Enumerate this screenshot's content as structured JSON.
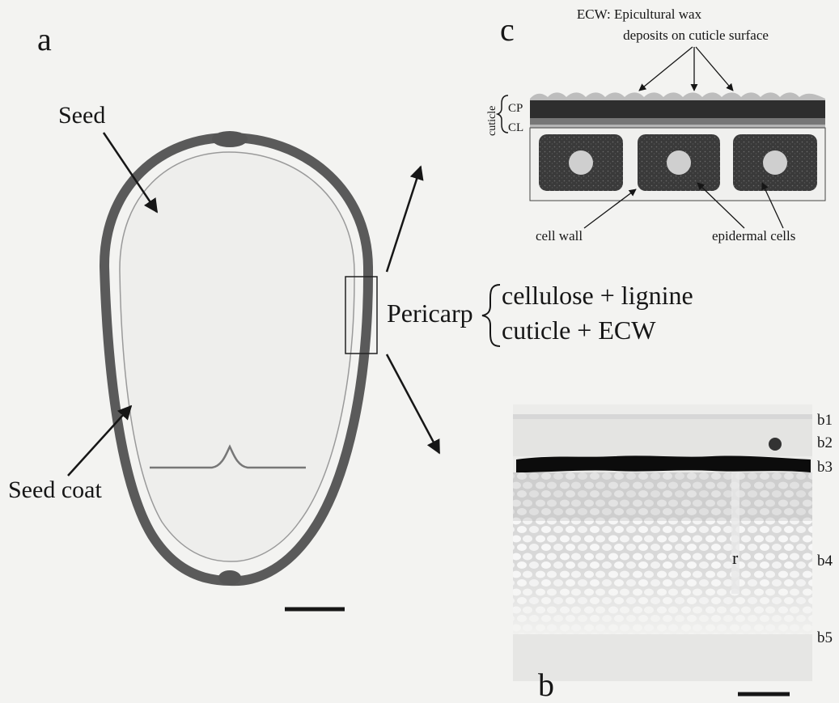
{
  "panels": {
    "a": {
      "letter": "a",
      "seed_label": "Seed",
      "seed_coat_label": "Seed coat",
      "pericarp_label": "Pericarp",
      "pericarp_components": [
        "cellulose + lignine",
        "cuticle + ECW"
      ]
    },
    "b": {
      "letter": "b",
      "layer_labels": [
        "b1",
        "b2",
        "b3",
        "b4",
        "b5"
      ],
      "inner_label": "r"
    },
    "c": {
      "letter": "c",
      "ecw_title_line1": "ECW: Epicultural wax",
      "ecw_title_line2": "deposits on cuticle surface",
      "cuticle_label": "cuticle",
      "cp_label": "CP",
      "cl_label": "CL",
      "cell_wall_label": "cell wall",
      "epidermal_cells_label": "epidermal cells"
    }
  },
  "colors": {
    "pericarp": "#5a5a5a",
    "cuticle_dark": "#2e2e2e",
    "line": "#161616",
    "section_band": "#0c0c0c",
    "background": "#f3f3f1"
  }
}
